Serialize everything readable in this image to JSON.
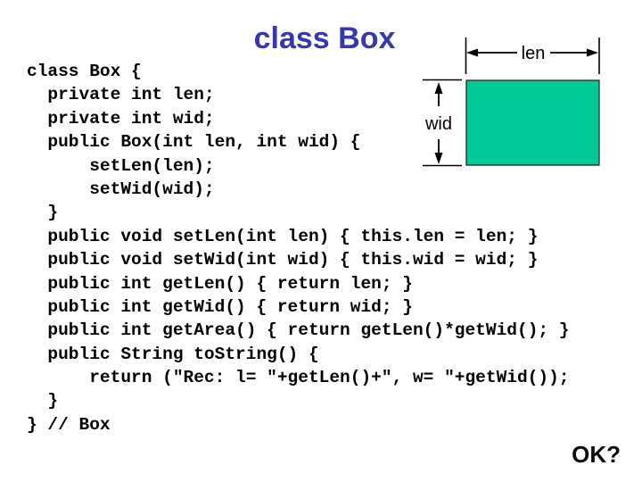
{
  "slide": {
    "title": "class Box",
    "ok_label": "OK?"
  },
  "code": {
    "lines": [
      "class Box {",
      "  private int len;",
      "  private int wid;",
      "  public Box(int len, int wid) {",
      "      setLen(len);",
      "      setWid(wid);",
      "  }",
      "  public void setLen(int len) { this.len = len; }",
      "  public void setWid(int wid) { this.wid = wid; }",
      "  public int getLen() { return len; }",
      "  public int getWid() { return wid; }",
      "  public int getArea() { return getLen()*getWid(); }",
      "  public String toString() {",
      "      return (\"Rec: l= \"+getLen()+\", w= \"+getWid());",
      "  }",
      "} // Box"
    ]
  },
  "diagram": {
    "len_label": "len",
    "wid_label": "wid",
    "box_fill_color": "#00c896",
    "line_color": "#000000"
  },
  "colors": {
    "title_blue": "#3838ae",
    "code_text": "#000000",
    "ok_text": "#0a0a0a"
  }
}
